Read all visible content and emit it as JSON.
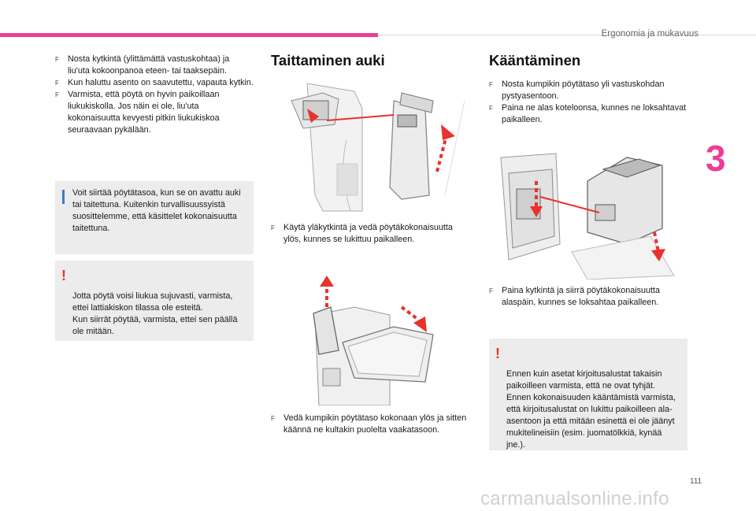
{
  "header": {
    "section_title": "Ergonomia ja mukavuus",
    "chapter_number": "3",
    "page_number": "111",
    "accent": "#ee3d96"
  },
  "bullet_marker": "F",
  "left": {
    "bullets": [
      "Nosta kytkintä (ylittämättä vastuskohtaa) ja liu'uta kokoonpanoa eteen- tai taaksepäin.",
      "Kun haluttu asento on saavutettu, vapauta kytkin.",
      "Varmista, että pöytä on hyvin paikoillaan liukukiskolla. Jos näin ei ole, liu'uta kokonaisuutta kevyesti pitkin liukukiskoa seuraavaan pykälään."
    ],
    "info_note": "Voit siirtää pöytätasoa, kun se on avattu auki tai taitettuna. Kuitenkin turvallisuussyistä suosittelemme, että käsittelet kokonaisuutta taitettuna.",
    "warning_note": "Jotta pöytä voisi liukua sujuvasti, varmista, ettei lattiakiskon tilassa ole esteitä.\nKun siirrät pöytää, varmista, ettei sen päällä ole mitään.",
    "warning_symbol": "!"
  },
  "middle": {
    "heading": "Taittaminen auki",
    "step1": "Käytä yläkytkintä ja vedä pöytäkokonaisuutta ylös, kunnes se lukittuu paikalleen.",
    "step2": "Vedä kumpikin pöytätaso kokonaan ylös ja sitten käännä ne kultakin puolelta vaakatasoon."
  },
  "right": {
    "heading": "Kääntäminen",
    "bullets": [
      "Nosta kumpikin pöytätaso yli vastuskohdan pystyasentoon.",
      "Paina ne alas koteloonsa, kunnes ne loksahtavat paikalleen."
    ],
    "step2": "Paina kytkintä ja siirrä pöytäkokonaisuutta alaspäin, kunnes se loksahtaa paikalleen.",
    "warning_note": "Ennen kuin asetat kirjoitusalustat takaisin paikoilleen varmista, että ne ovat tyhjät.\nEnnen kokonaisuuden kääntämistä varmista, että kirjoitusalustat on lukittu paikoilleen ala-asentoon ja että mitään esinettä ei ole jäänyt mukitelineisiin (esim. juomatölkkiä, kynää jne.)."
  },
  "watermark": "carmanualsonline.info"
}
